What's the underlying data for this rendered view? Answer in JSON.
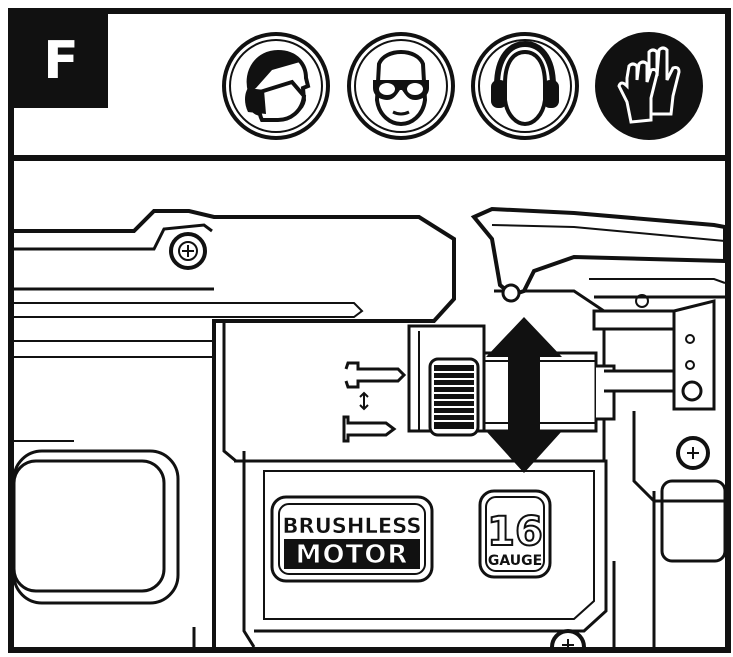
{
  "step": {
    "letter": "F"
  },
  "ppe_icons": [
    {
      "name": "dust-mask-icon"
    },
    {
      "name": "safety-glasses-icon"
    },
    {
      "name": "ear-protection-icon"
    },
    {
      "name": "gloves-icon"
    }
  ],
  "tool": {
    "badge_top": "BRUSHLESS",
    "badge_bottom": "MOTOR",
    "gauge_number": "16",
    "gauge_label": "GAUGE"
  },
  "colors": {
    "ink": "#111111",
    "paper": "#ffffff"
  }
}
